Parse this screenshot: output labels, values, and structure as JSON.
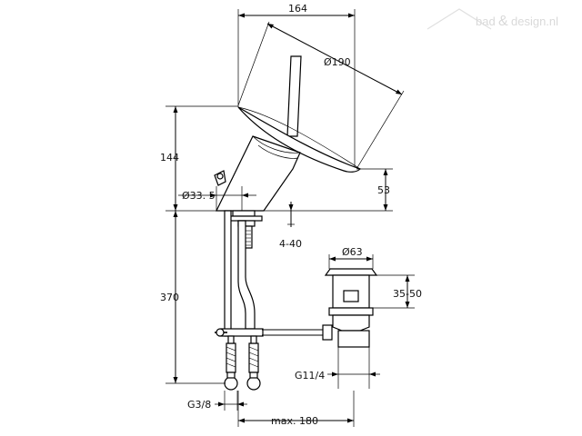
{
  "watermark": {
    "brand_left": "bad",
    "brand_amp": "&",
    "brand_right": "design.nl",
    "color": "#d9d9d9"
  },
  "dimensions": {
    "spout_width": "164",
    "bowl_diameter": "Ø190",
    "body_height": "144",
    "body_diameter": "Ø33. 5",
    "bowl_rise": "53",
    "deck_thickness": "4-40",
    "waste_diameter": "Ø63",
    "waste_height": "35-50",
    "supply_length": "370",
    "waste_thread": "G11/4",
    "supply_thread": "G3/8",
    "max_reach": "max. 180"
  }
}
